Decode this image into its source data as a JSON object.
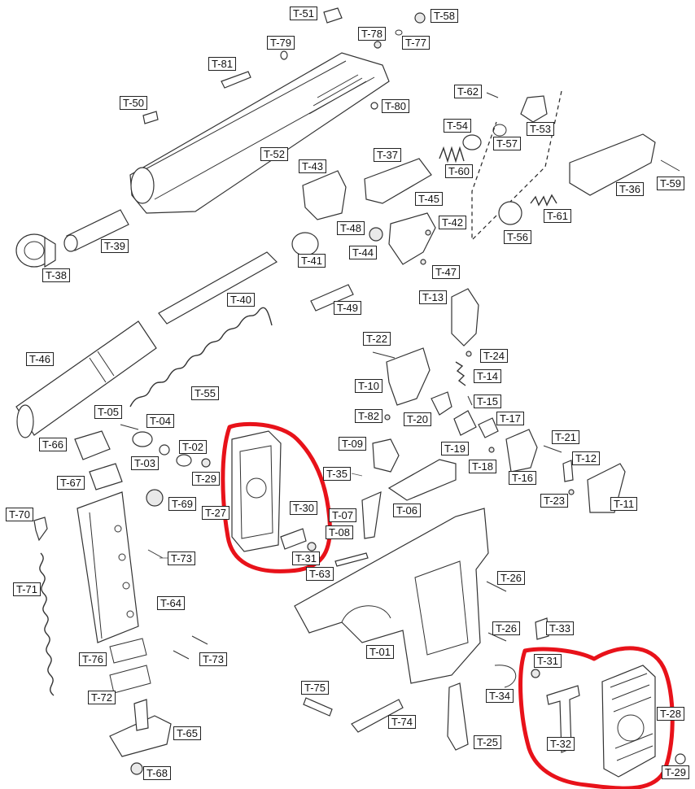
{
  "diagram": {
    "highlight_color": "#e8121a",
    "labels": [
      "T-51",
      "T-58",
      "T-78",
      "T-77",
      "T-79",
      "T-81",
      "T-50",
      "T-80",
      "T-62",
      "T-53",
      "T-54",
      "T-57",
      "T-37",
      "T-60",
      "T-52",
      "T-43",
      "T-45",
      "T-36",
      "T-59",
      "T-61",
      "T-42",
      "T-48",
      "T-56",
      "T-44",
      "T-47",
      "T-38",
      "T-39",
      "T-41",
      "T-40",
      "T-49",
      "T-13",
      "T-22",
      "T-24",
      "T-46",
      "T-10",
      "T-14",
      "T-55",
      "T-15",
      "T-82",
      "T-20",
      "T-17",
      "T-05",
      "T-04",
      "T-21",
      "T-66",
      "T-02",
      "T-19",
      "T-09",
      "T-03",
      "T-18",
      "T-16",
      "T-29",
      "T-35",
      "T-12",
      "T-67",
      "T-69",
      "T-27",
      "T-30",
      "T-07",
      "T-06",
      "T-23",
      "T-11",
      "T-70",
      "T-08",
      "T-73",
      "T-31",
      "T-63",
      "T-71",
      "T-26",
      "T-64",
      "T-01",
      "T-33",
      "T-76",
      "T-73",
      "T-34",
      "T-72",
      "T-75",
      "T-74",
      "T-25",
      "T-31",
      "T-65",
      "T-32",
      "T-28",
      "T-68",
      "T-29",
      "T-26"
    ]
  }
}
